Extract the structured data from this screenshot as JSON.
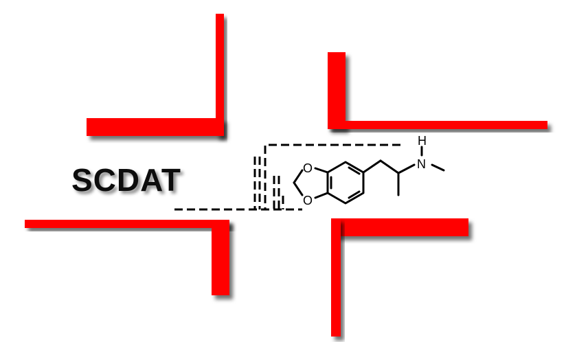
{
  "logo": {
    "text": "SCDAT"
  },
  "molecule": {
    "atoms": {
      "oxygen_top": "O",
      "oxygen_bottom": "O",
      "nitrogen": "N",
      "hydrogen": "H"
    }
  },
  "colors": {
    "accent": "#ff0000",
    "ink": "#000000",
    "background": "#ffffff"
  }
}
